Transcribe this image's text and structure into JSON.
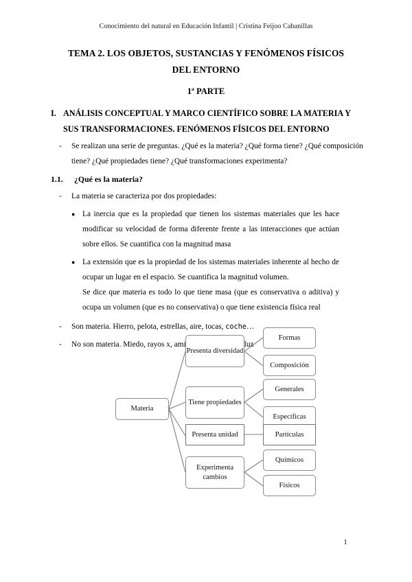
{
  "document": {
    "running_header": "Conocimiento del natural en Educación Infantil | Cristina Feijoo Cabanillas",
    "title_line1": "TEMA 2. LOS OBJETOS, SUSTANCIAS Y FENÓMENOS FÍSICOS",
    "title_line2": "DEL ENTORNO",
    "part_label": "1ª PARTE",
    "page_number": "1"
  },
  "section": {
    "number": "I.",
    "heading_line1": "ANÁLISIS CONCEPTUAL Y MARCO CIENTÍFICO SOBRE LA MATERIA Y",
    "heading_line2": "SUS TRANSFORMACIONES. FENÓMENOS FÍSICOS DEL ENTORNO"
  },
  "intro": {
    "dash": "-",
    "text": "Se realizan una serie de preguntas. ¿Qué es la materia? ¿Qué forma tiene? ¿Qué composición tiene? ¿Qué propiedades tiene? ¿Qué transformaciones experimenta?"
  },
  "subsection": {
    "number": "1.1.",
    "title": "¿Qué es la materia?"
  },
  "items": {
    "lead_dash": "-",
    "lead_text": "La materia se caracteriza por dos propiedades:",
    "bullet_char": "●",
    "bullet1": "La inercia que es la propiedad que tienen los sistemas materiales que les hace modificar su velocidad de forma diferente frente a las interacciones que actúan sobre ellos. Se cuantifica con la magnitud masa",
    "bullet2_p1": "La extensión que es la propiedad de los sistemas materiales inherente al hecho de ocupar un lugar en el espacio. Se cuantifica la magnitud volumen.",
    "bullet2_p2": "Se dice que materia es todo lo que tiene masa (que es conservativa o aditiva) y ocupa un volumen (que es no conservativa) o que tiene existencia física real",
    "dash2": "-",
    "dash2_text_before": "Son materia. Hierro, pelota, estrellas, aire, tocas, ",
    "dash2_mono": "coche",
    "dash2_text_after": "…",
    "dash3": "-",
    "dash3_text": "No son materia. Miedo, rayos x, amistad, noche, calor, luz"
  },
  "diagram": {
    "root": "Materia",
    "branches": [
      {
        "label": "Presenta diversidad",
        "children": [
          "Formas",
          "Composición"
        ]
      },
      {
        "label": "Tiene propiedades",
        "children": [
          "Generales",
          "Específicas"
        ]
      },
      {
        "label": "Presenta unidad",
        "children": [
          "Partículas"
        ]
      },
      {
        "label": "Experimenta cambios",
        "children": [
          "Químicos",
          "Físicos"
        ]
      }
    ],
    "nodes": {
      "root": "Materia",
      "b1": "Presenta diversidad",
      "b2": "Tiene propiedades",
      "b3": "Presenta unidad",
      "b4": "Experimenta cambios",
      "c1": "Formas",
      "c2": "Composición",
      "c3": "Generales",
      "c4": "Específicas",
      "c5": "Partículas",
      "c6": "Químicos",
      "c7": "Físicos"
    },
    "colors": {
      "border": "#8a8a8a",
      "border_thick": "#6f6f6f",
      "connector": "#7d7d7d"
    }
  }
}
